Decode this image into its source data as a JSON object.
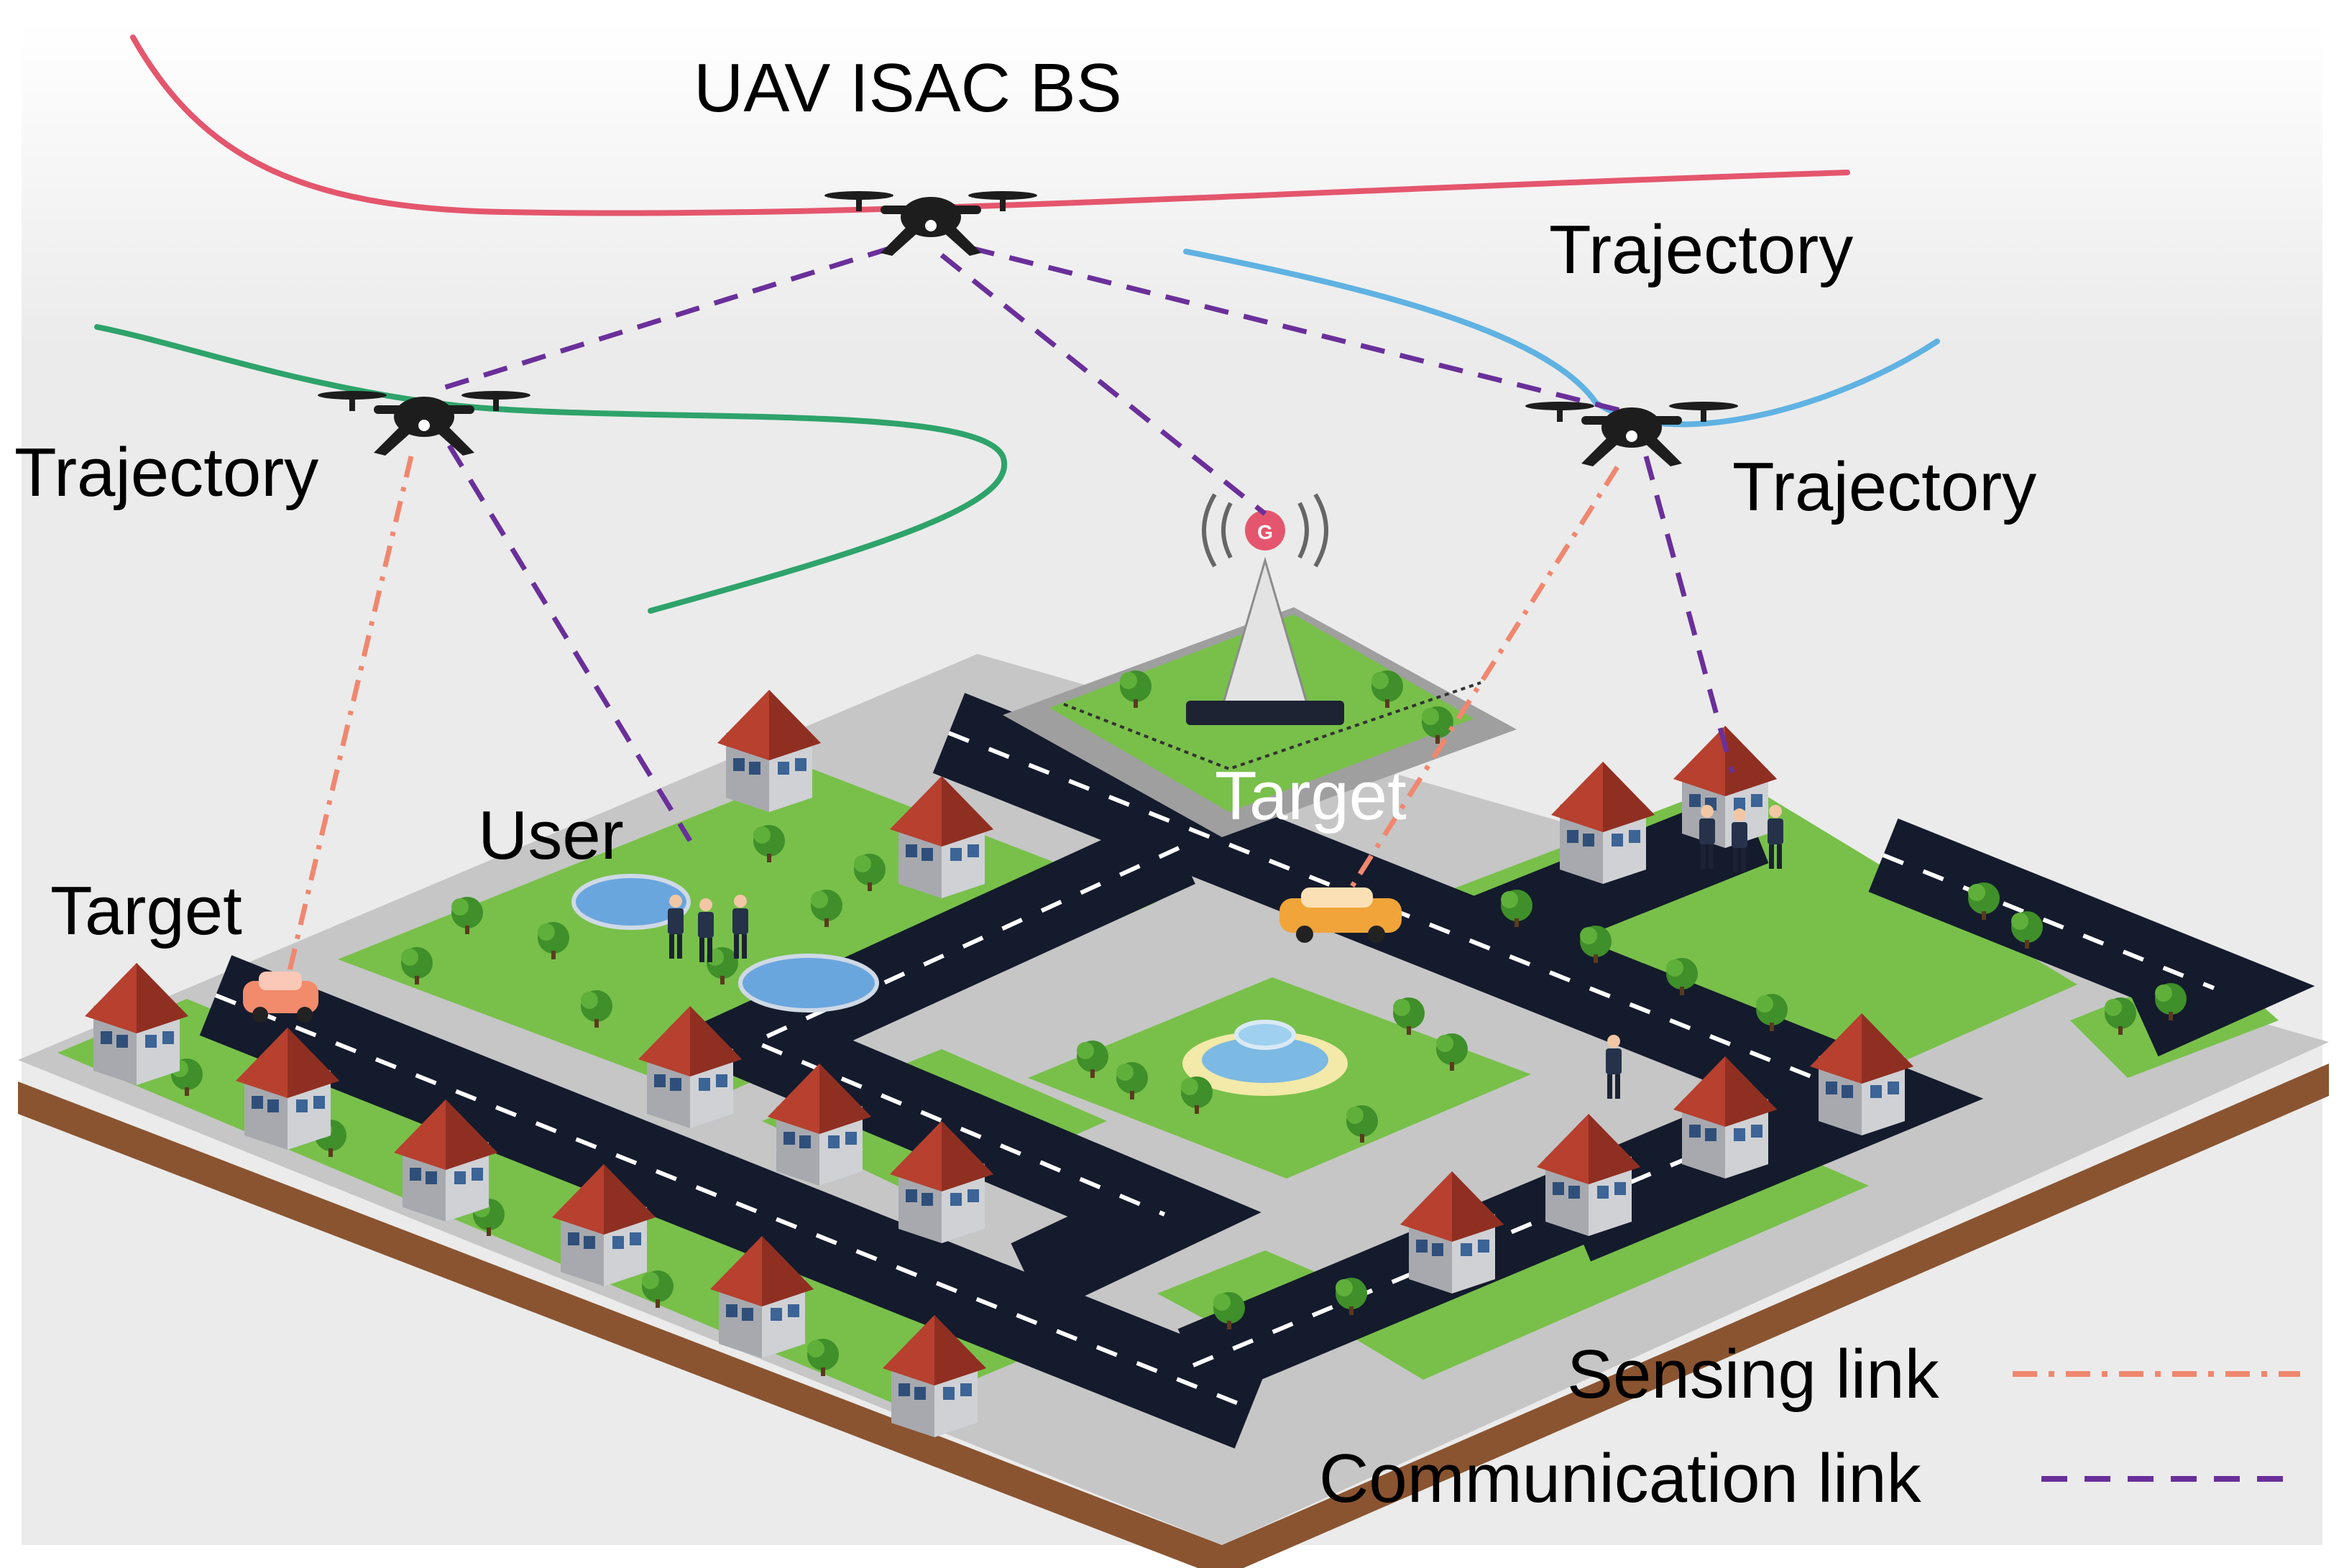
{
  "labels": {
    "title": "UAV ISAC BS",
    "trajectory_left": "Trajectory",
    "trajectory_top_right": "Trajectory",
    "trajectory_right": "Trajectory",
    "user": "User",
    "target_left": "Target",
    "target_center": "Target"
  },
  "legend": {
    "sensing": "Sensing link",
    "communication": "Communication link"
  },
  "colors": {
    "sensing_link": "#f0876f",
    "communication_link": "#6a2f9a",
    "trajectory_top": "#e4566d",
    "trajectory_left": "#2ea36a",
    "trajectory_right": "#5fb2e2",
    "road": "#141b2c",
    "grass": "#78c04a",
    "sidewalk": "#c9c9c9",
    "roof": "#b7402f",
    "drone": "#1d1d1d",
    "sky_top": "#f6f6f6",
    "sky_bottom": "#e8e8e8"
  },
  "icons": [
    "drone-icon",
    "cell-tower-icon",
    "house-icon",
    "car-icon",
    "person-icon",
    "tree-icon",
    "fountain-icon",
    "pond-icon"
  ]
}
